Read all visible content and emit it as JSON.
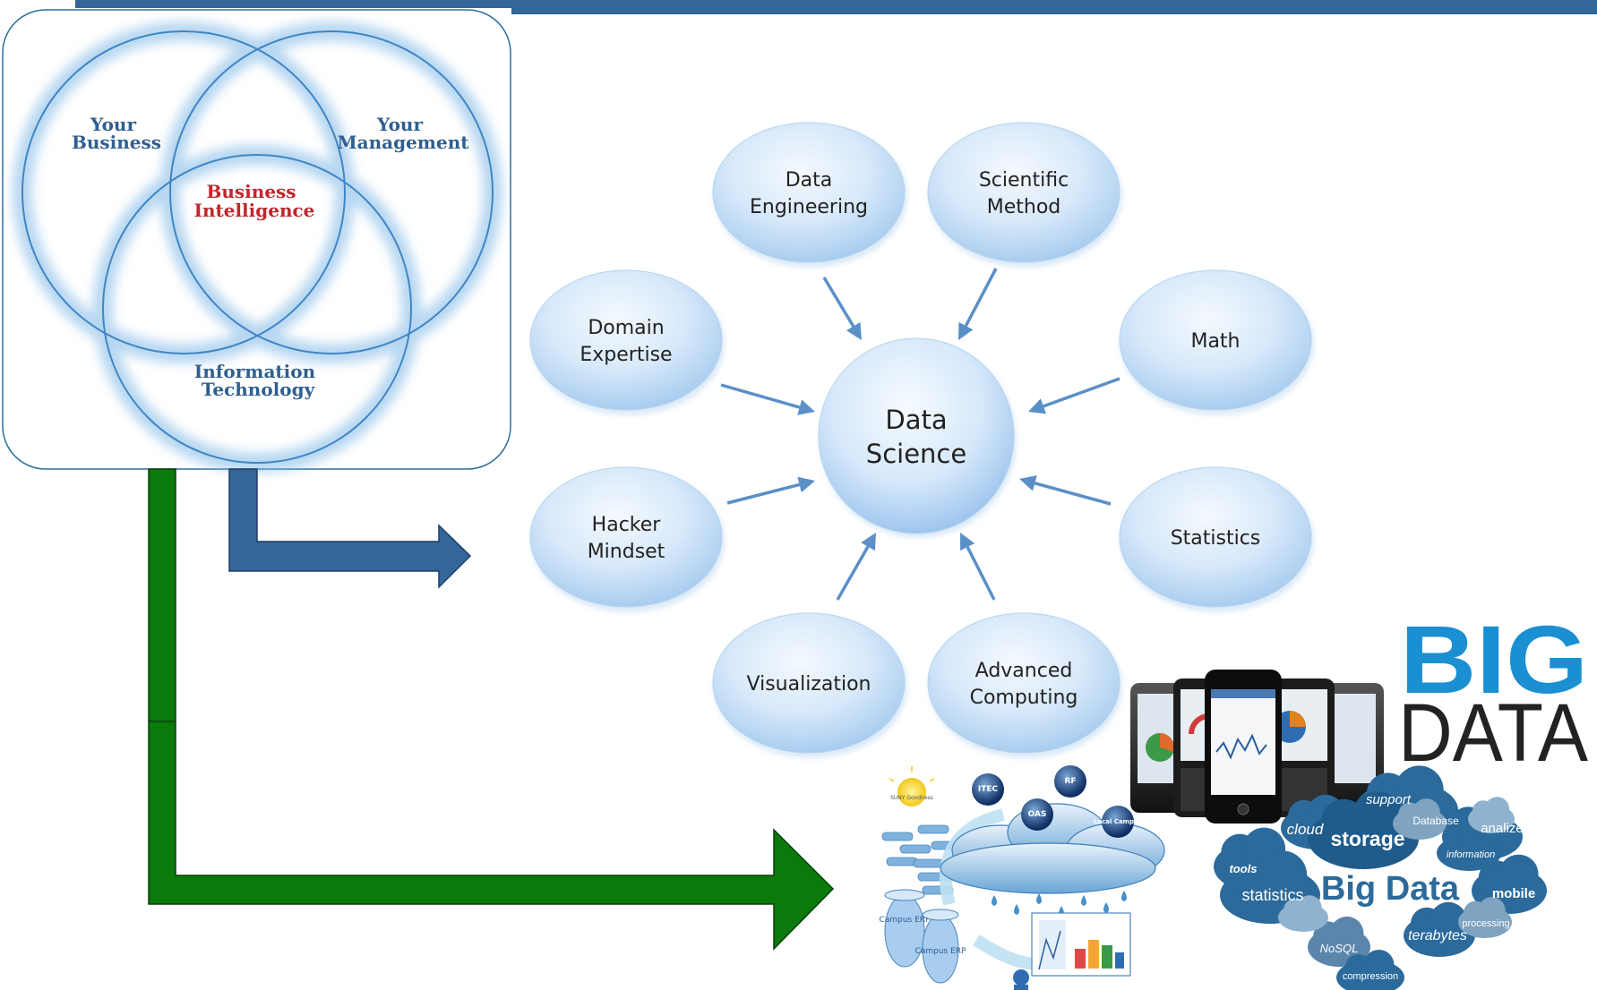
{
  "venn": {
    "top_left": [
      "Your",
      "Business"
    ],
    "top_right": [
      "Your",
      "Management"
    ],
    "bottom": [
      "Information",
      "Technology"
    ],
    "center": [
      "Business",
      "Intelligence"
    ]
  },
  "data_science": {
    "center": [
      "Data",
      "Science"
    ],
    "nodes": [
      {
        "id": "data-engineering",
        "lines": [
          "Data",
          "Engineering"
        ]
      },
      {
        "id": "scientific-method",
        "lines": [
          "Scientific",
          "Method"
        ]
      },
      {
        "id": "domain-expertise",
        "lines": [
          "Domain",
          "Expertise"
        ]
      },
      {
        "id": "math",
        "lines": [
          "Math"
        ]
      },
      {
        "id": "hacker-mindset",
        "lines": [
          "Hacker",
          "Mindset"
        ]
      },
      {
        "id": "statistics",
        "lines": [
          "Statistics"
        ]
      },
      {
        "id": "visualization",
        "lines": [
          "Visualization"
        ]
      },
      {
        "id": "advanced-computing",
        "lines": [
          "Advanced",
          "Computing"
        ]
      }
    ]
  },
  "big_data_logo": {
    "line1": "BIG",
    "line2": "DATA"
  },
  "big_data_cloud": {
    "title": "Big Data",
    "words": [
      "support",
      "Database",
      "cloud",
      "storage",
      "analize",
      "information",
      "tools",
      "statistics",
      "mobile",
      "processing",
      "terabytes",
      "NoSQL",
      "compression"
    ]
  },
  "campus_cloud": {
    "nodes": [
      "ITEC",
      "RF",
      "OAS",
      "Local Campus"
    ],
    "sun": "SUNY Goodness",
    "db": [
      "Campus ERP",
      "Campus ERP"
    ]
  },
  "colors": {
    "top_bar": "#336699",
    "blue_arrow": "#336699",
    "green_arrow": "#0a7a0a",
    "bubble_light": "#eef5fd",
    "bubble_dark": "#a9cdef",
    "venn_ring": "#3f86c5",
    "big_logo_blue": "#1a8fd1",
    "cloud_blue": "#2b6a9b"
  }
}
